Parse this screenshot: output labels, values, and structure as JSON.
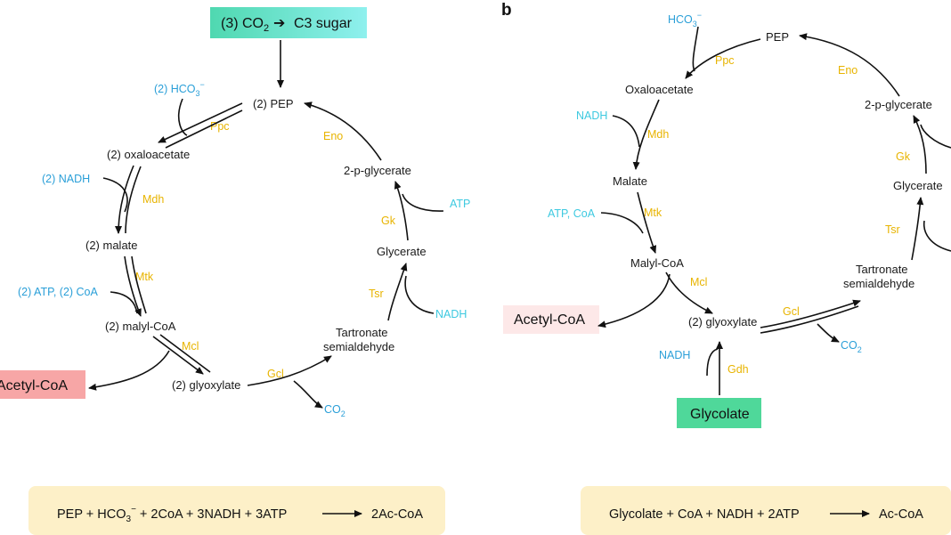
{
  "panel_b_letter": "b",
  "panel_a": {
    "header_box": {
      "prefix": "(3) CO",
      "sub": "2",
      "suffix": "C3 sugar",
      "color": "#4fd8c8"
    },
    "nodes": {
      "pep": "(2) PEP",
      "oxaloacetate": "(2) oxaloacetate",
      "malate": "(2) malate",
      "malyl_coa": "(2) malyl-CoA",
      "glyoxylate": "(2) glyoxylate",
      "tartronate_1": "Tartronate",
      "tartronate_2": "semialdehyde",
      "glycerate": "Glycerate",
      "p_glycerate": "2-p-glycerate"
    },
    "enzymes": {
      "ppc": "Ppc",
      "mdh": "Mdh",
      "mtk": "Mtk",
      "mcl": "Mcl",
      "gcl": "Gcl",
      "tsr": "Tsr",
      "gk": "Gk",
      "eno": "Eno"
    },
    "cofactors": {
      "hco3_prefix": "(2) HCO",
      "hco3_sub": "3",
      "hco3_sup": "−",
      "nadh": "(2) NADH",
      "atp_coa": "(2) ATP, (2) CoA",
      "co2_main": "CO",
      "co2_sub": "2",
      "atp": "ATP",
      "nadh2": "NADH"
    },
    "acetyl_box": {
      "label": "Acetyl-CoA",
      "color": "#f7a6a6"
    },
    "equation": {
      "lhs_1": "PEP + HCO",
      "lhs_sub": "3",
      "lhs_sup": "−",
      "lhs_2": " + 2CoA + 3NADH + 3ATP",
      "rhs": "2Ac-CoA",
      "color": "#fdf0c8"
    }
  },
  "panel_b": {
    "nodes": {
      "pep": "PEP",
      "oxaloacetate": "Oxaloacetate",
      "malate": "Malate",
      "malyl_coa": "Malyl-CoA",
      "glyoxylate": "(2) glyoxylate",
      "tartronate_1": "Tartronate",
      "tartronate_2": "semialdehyde",
      "glycerate": "Glycerate",
      "p_glycerate": "2-p-glycerate"
    },
    "enzymes": {
      "ppc": "Ppc",
      "mdh": "Mdh",
      "mtk": "Mtk",
      "mcl": "Mcl",
      "gcl": "Gcl",
      "gdh": "Gdh",
      "tsr": "Tsr",
      "gk": "Gk",
      "eno": "Eno"
    },
    "cofactors": {
      "hco3_prefix": "HCO",
      "hco3_sub": "3",
      "hco3_sup": "−",
      "nadh": "NADH",
      "atp_coa": "ATP, CoA",
      "nadh_gdh": "NADH",
      "co2_main": "CO",
      "co2_sub": "2"
    },
    "acetyl_box": {
      "label": "Acetyl-CoA",
      "color": "#fde8e8"
    },
    "glycolate_box": {
      "label": "Glycolate",
      "color": "#4fd89a"
    },
    "equation": {
      "lhs": "Glycolate + CoA + NADH + 2ATP",
      "rhs": "Ac-CoA",
      "color": "#fdf0c8"
    }
  }
}
